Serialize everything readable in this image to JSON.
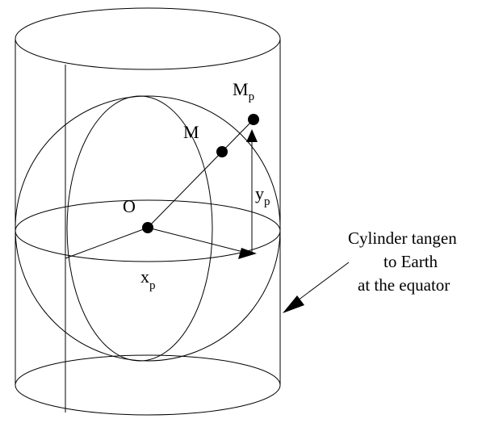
{
  "labels": {
    "origin": "O",
    "point_m": "M",
    "point_mp_main": "M",
    "point_mp_sub": "p",
    "x_main": "x",
    "x_sub": "p",
    "y_main": "y",
    "y_sub": "p"
  },
  "callout": {
    "line1": "Cylinder tangen",
    "line2": "to Earth",
    "line3": "at the equator"
  },
  "colors": {
    "stroke": "#000000",
    "background": "#ffffff"
  }
}
